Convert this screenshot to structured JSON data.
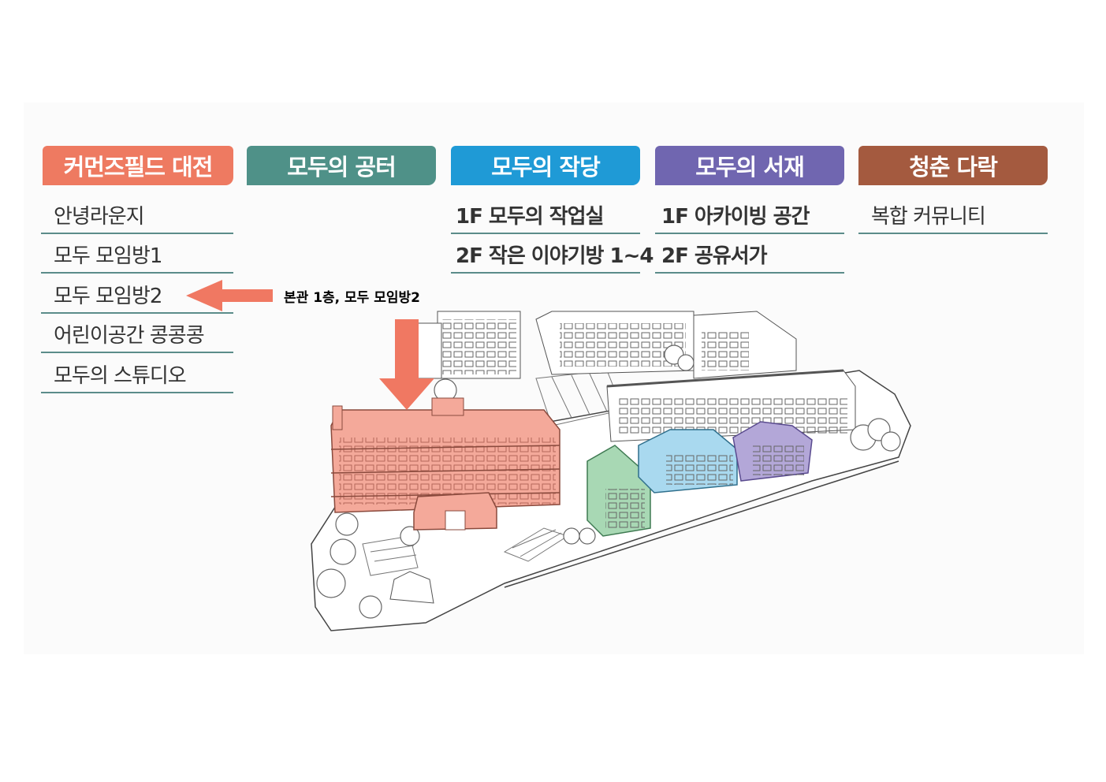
{
  "categories": [
    {
      "label": "커먼즈필드 대전",
      "color": "#ee7a61",
      "items": [
        "안녕라운지",
        "모두 모임방1",
        "모두 모임방2",
        "어린이공간 콩콩콩",
        "모두의 스튜디오"
      ]
    },
    {
      "label": "모두의 공터",
      "color": "#4f9188",
      "items": []
    },
    {
      "label": "모두의 작당",
      "color": "#1f9ad6",
      "items": [
        "1F 모두의 작업실",
        "2F 작은 이야기방 1~4"
      ]
    },
    {
      "label": "모두의 서재",
      "color": "#7066b0",
      "items": [
        "1F 아카이빙 공간",
        "2F 공유서가"
      ]
    },
    {
      "label": "청춘 다락",
      "color": "#a45a3f",
      "items": [
        "복합 커뮤니티"
      ]
    }
  ],
  "callout": {
    "text": "본관 1층, 모두 모임방2",
    "arrow_color": "#f07862"
  },
  "buildings": {
    "main_color": "#f4a99a",
    "green_color": "#a8d8b4",
    "blue_color": "#a9d9ef",
    "purple_color": "#b3a7d8"
  }
}
